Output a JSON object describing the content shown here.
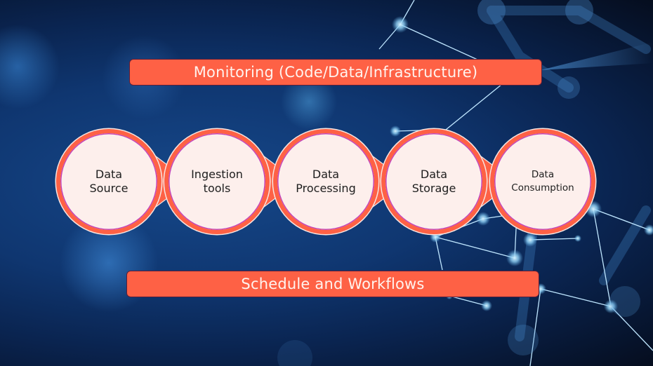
{
  "diagram": {
    "title_bar_top": "Monitoring (Code/Data/Infrastructure)",
    "title_bar_bottom": "Schedule and Workflows",
    "stages": [
      {
        "label": "Data\nSource"
      },
      {
        "label": "Ingestion\ntools"
      },
      {
        "label": "Data\nProcessing"
      },
      {
        "label": "Data\nStorage"
      },
      {
        "label": "Data\nConsumption"
      }
    ],
    "flow_direction": "left-to-right"
  },
  "colors": {
    "accent": "#fe6145",
    "node_fill": "#fdefec",
    "node_inner_ring": "#c243b8",
    "bar_text": "#fff3ee",
    "background_dark": "#050d1e",
    "background_blue": "#16488a",
    "network_line": "#bfe6ff"
  }
}
